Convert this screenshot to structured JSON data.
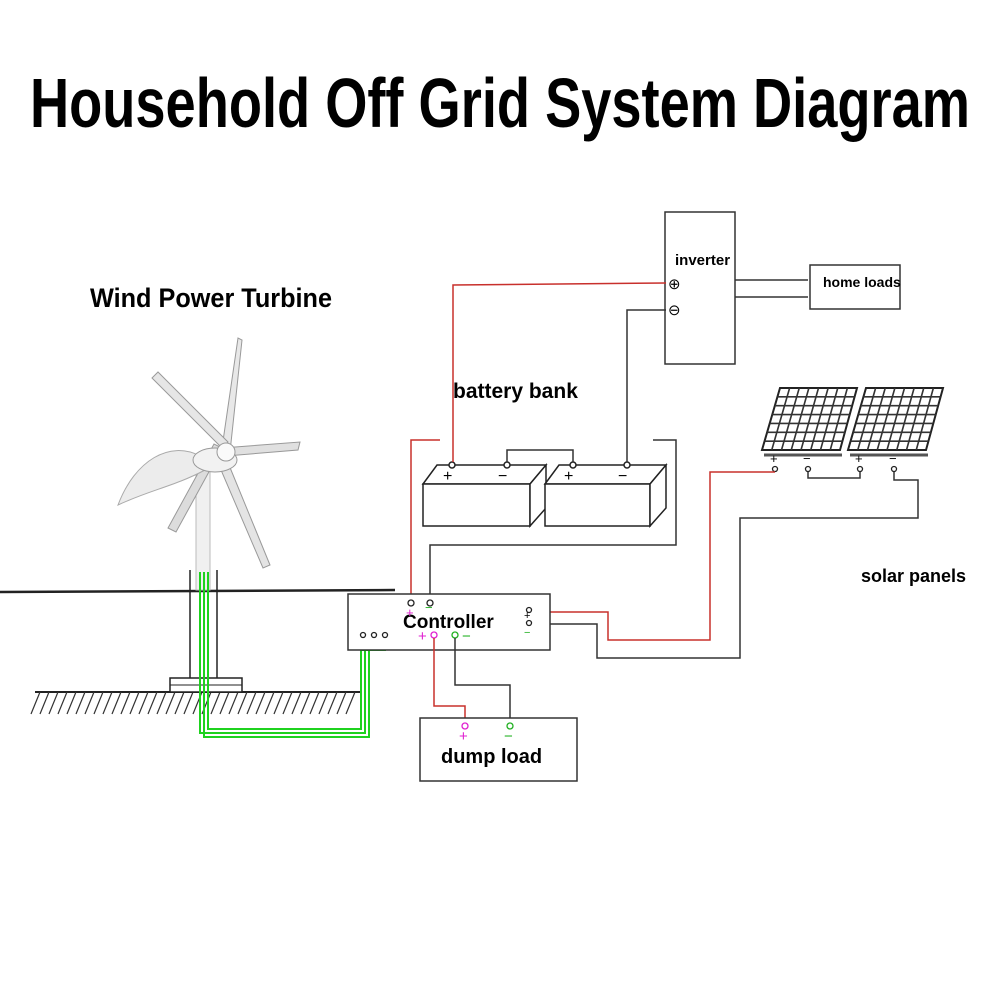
{
  "title": "Household Off Grid System Diagram",
  "labels": {
    "wind_turbine": "Wind Power Turbine",
    "battery_bank": "battery bank",
    "inverter": "inverter",
    "home_loads": "home loads",
    "solar_panels": "solar panels",
    "controller": "Controller",
    "dump_load": "dump load"
  },
  "terminals": {
    "plus": "+",
    "minus": "−",
    "inv_plus": "⊕",
    "inv_minus": "⊖"
  },
  "colors": {
    "wire_positive": "#c8302c",
    "wire_negative": "#333333",
    "wire_ac": "#1fd21f",
    "terminal_magenta": "#e020d0",
    "terminal_green": "#20b020",
    "text": "#000000"
  },
  "icons": {
    "turbine": "wind-turbine-icon",
    "solar": "solar-panel-icon",
    "battery": "battery-icon"
  }
}
